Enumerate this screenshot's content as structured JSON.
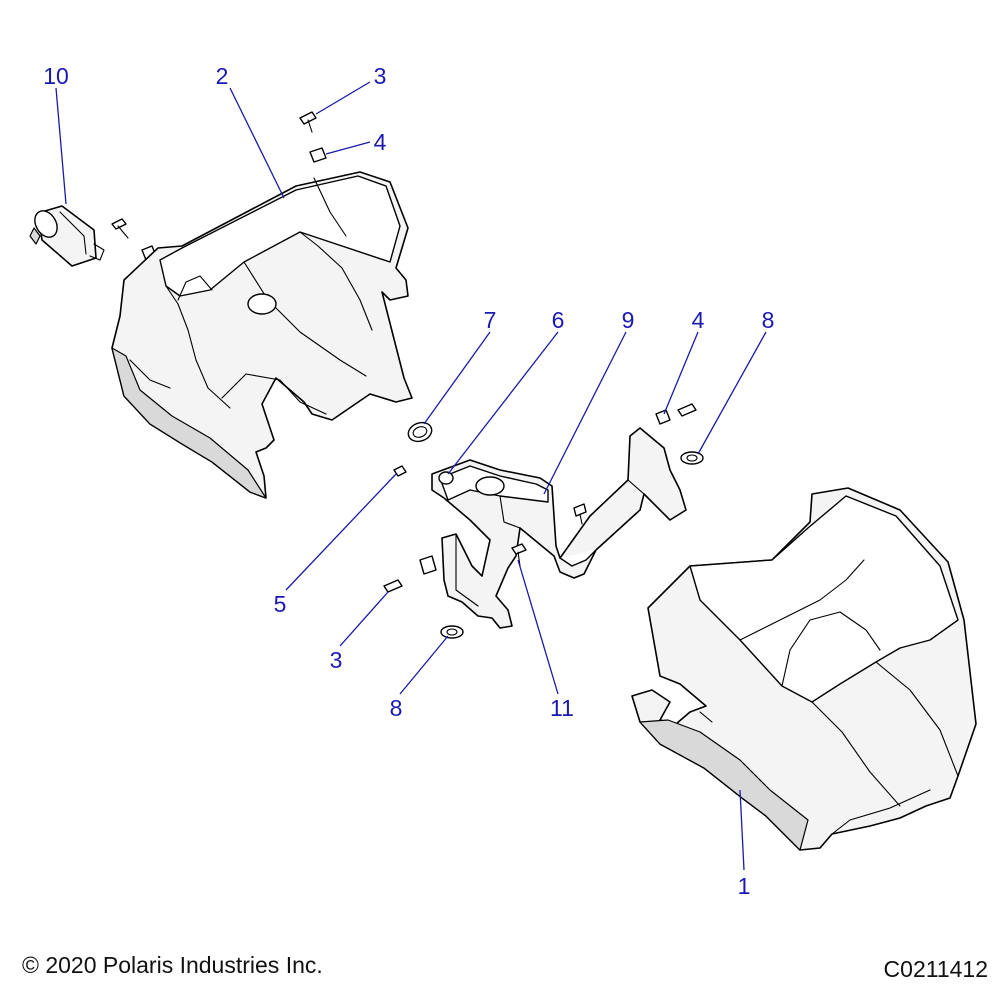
{
  "callouts": [
    {
      "id": "c10a",
      "label": "10"
    },
    {
      "id": "c2",
      "label": "2"
    },
    {
      "id": "c3a",
      "label": "3"
    },
    {
      "id": "c4a",
      "label": "4"
    },
    {
      "id": "c7",
      "label": "7"
    },
    {
      "id": "c6",
      "label": "6"
    },
    {
      "id": "c9",
      "label": "9"
    },
    {
      "id": "c4b",
      "label": "4"
    },
    {
      "id": "c8a",
      "label": "8"
    },
    {
      "id": "c5",
      "label": "5"
    },
    {
      "id": "c3b",
      "label": "3"
    },
    {
      "id": "c8b",
      "label": "8"
    },
    {
      "id": "c11",
      "label": "11"
    },
    {
      "id": "c1",
      "label": "1"
    }
  ],
  "footer": {
    "copyright": "© 2020 Polaris Industries Inc.",
    "drawing_id": "C0211412"
  }
}
